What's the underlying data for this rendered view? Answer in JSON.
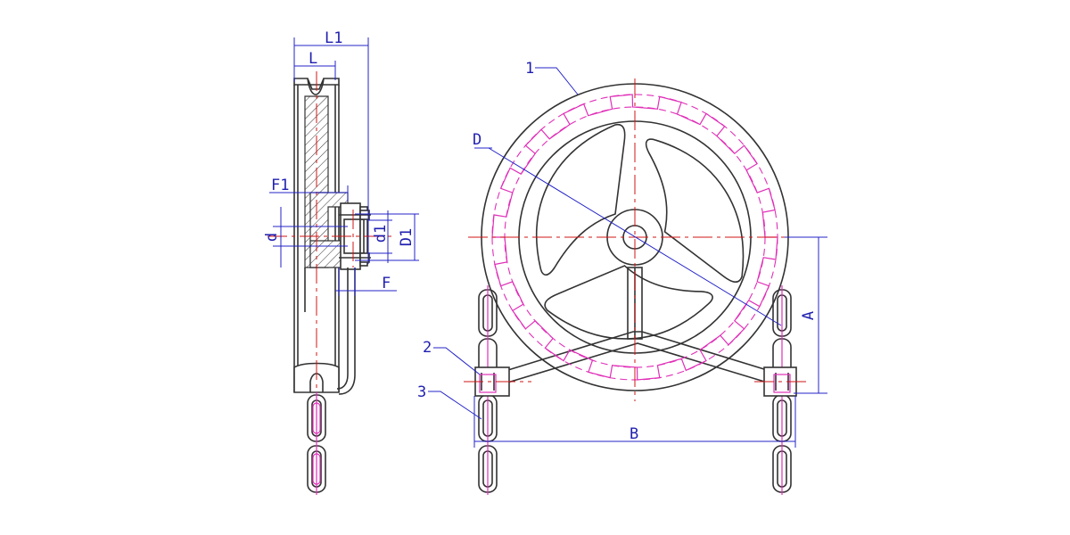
{
  "side_view": {
    "dimensions": {
      "L1": "L1",
      "L": "L",
      "F1": "F1",
      "d1": "d1",
      "D1": "D1",
      "d": "d",
      "F": "F"
    }
  },
  "front_view": {
    "dimensions": {
      "D": "D",
      "A": "A",
      "B": "B"
    },
    "part_labels": {
      "p1": "1",
      "p2": "2",
      "p3": "3"
    }
  }
}
